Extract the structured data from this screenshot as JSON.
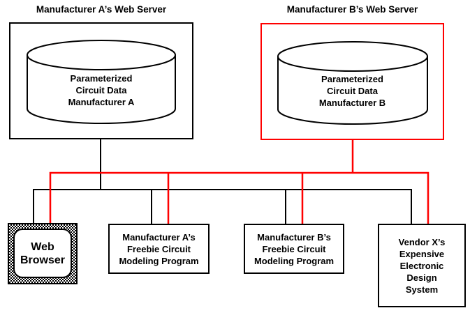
{
  "colors": {
    "line_black": "#000000",
    "line_red": "#ff0000",
    "background": "#ffffff",
    "text": "#000000"
  },
  "servers": {
    "a": {
      "title": "Manufacturer A’s Web Server",
      "cylinder": {
        "line1": "Parameterized",
        "line2": "Circuit Data",
        "line3": "Manufacturer A"
      }
    },
    "b": {
      "title": "Manufacturer B’s Web Server",
      "cylinder": {
        "line1": "Parameterized",
        "line2": "Circuit Data",
        "line3": "Manufacturer B"
      }
    }
  },
  "clients": {
    "browser": {
      "line1": "Web",
      "line2": "Browser"
    },
    "prog_a": {
      "line1": "Manufacturer A’s",
      "line2": "Freebie Circuit",
      "line3": "Modeling Program"
    },
    "prog_b": {
      "line1": "Manufacturer B’s",
      "line2": "Freebie Circuit",
      "line3": "Modeling Program"
    },
    "vendor": {
      "line1": "Vendor X’s",
      "line2": "Expensive",
      "line3": "Electronic",
      "line4": "Design",
      "line5": "System"
    }
  }
}
